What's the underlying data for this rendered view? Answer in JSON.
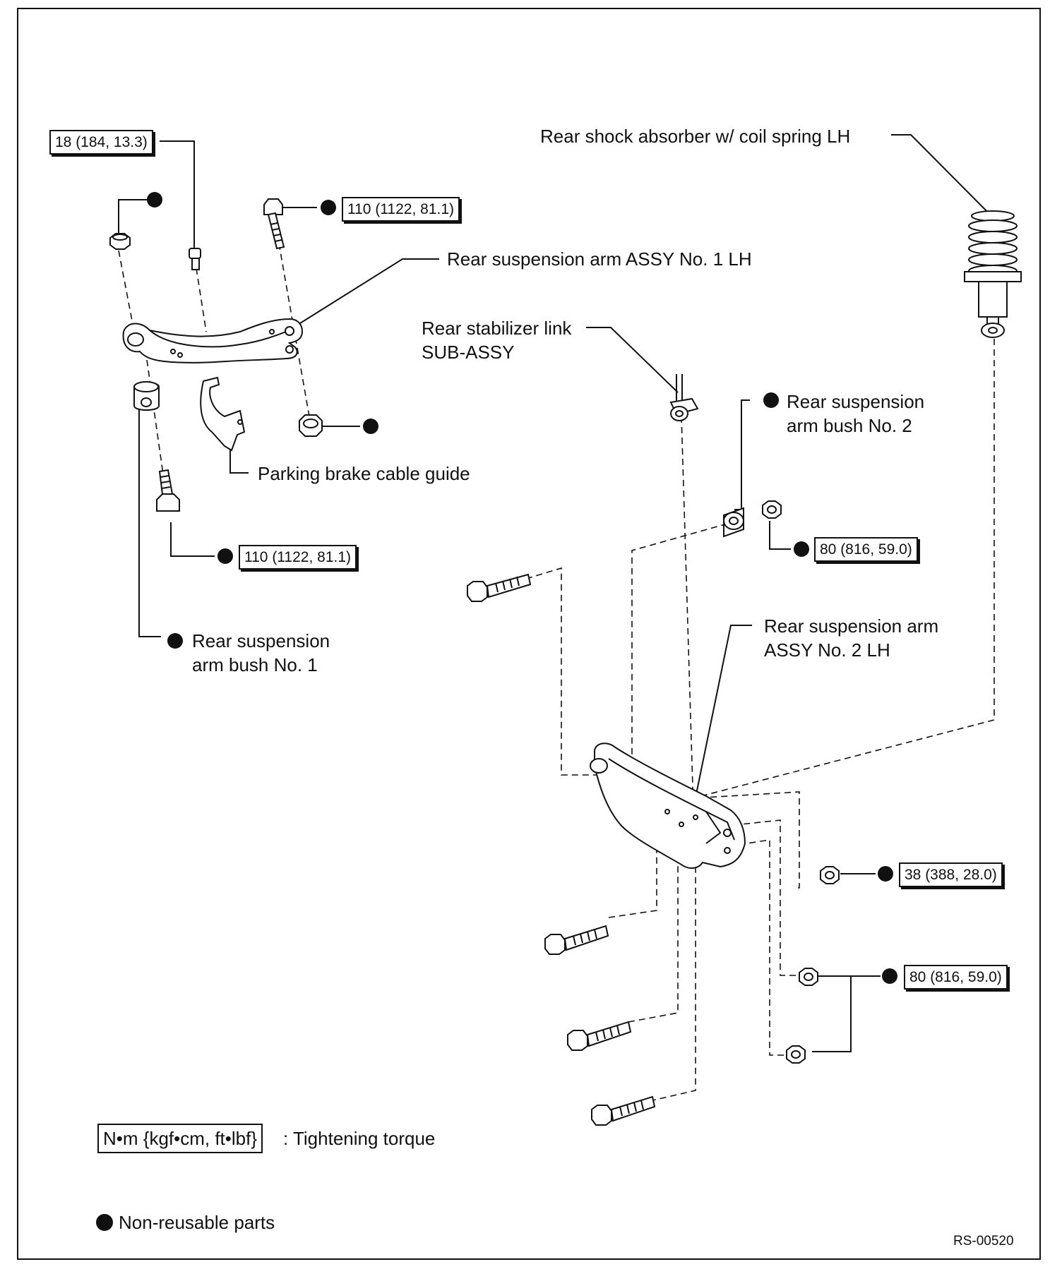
{
  "callouts": {
    "shock_absorber": "Rear shock absorber w/ coil spring LH",
    "arm1": "Rear suspension arm ASSY No. 1 LH",
    "stabilizer_line1": "Rear stabilizer link",
    "stabilizer_line2": "SUB-ASSY",
    "bush2_line1": "Rear suspension",
    "bush2_line2": "arm bush No. 2",
    "parking_brake": "Parking brake cable guide",
    "bush1_line1": "Rear suspension",
    "bush1_line2": "arm bush No. 1",
    "arm2_line1": "Rear suspension arm",
    "arm2_line2": "ASSY No. 2 LH"
  },
  "torques": {
    "t_top_left": "18 (184, 13.3)",
    "t_top_bolt": "110 (1122, 81.1)",
    "t_lower_bolt": "110 (1122, 81.1)",
    "t_bush2_nut": "80 (816, 59.0)",
    "t_arm2_nut": "38 (388, 28.0)",
    "t_arm2_nuts_lower": "80 (816, 59.0)"
  },
  "legend": {
    "torque_unit": "N•m {kgf•cm, ft•lbf}",
    "torque_desc": ": Tightening torque",
    "nonreusable": "Non-reusable parts"
  },
  "figure_code": "RS-00520"
}
